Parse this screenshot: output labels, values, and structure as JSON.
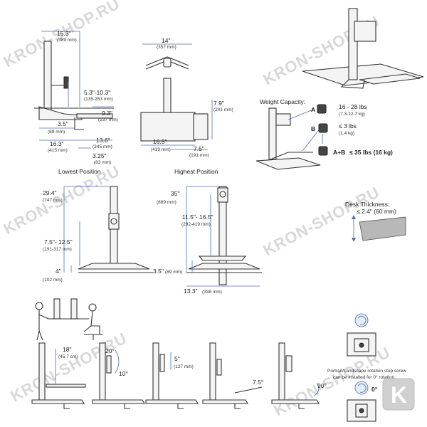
{
  "watermark": "KRON-SHOP.RU",
  "colors": {
    "dimension_blue": "#4a6fb0",
    "logo_grey": "#d0d0d0",
    "watermark": "#d8d8d8"
  },
  "side_view": {
    "top_depth": "15.3\"",
    "top_depth_mm": "(389 mm)",
    "arm_range": "5.3\"-10.3\"",
    "arm_range_mm": "(135-263 mm)",
    "tray": "9.3\"",
    "tray_mm": "(237 mm)",
    "clamp_depth": "3.5\"",
    "clamp_depth_mm": "(89 mm)",
    "keyboard": "13.6\"",
    "keyboard_mm": "(345 mm)",
    "base_depth": "16.3\"",
    "base_depth_mm": "(415 mm)",
    "base_lip": "3.25\"",
    "base_lip_mm": "(83 mm)"
  },
  "top_view": {
    "width": "14\"",
    "width_mm": "(357 mm)",
    "height": "7.9\"",
    "height_mm": "(201 mm)",
    "base_width": "16.5\"",
    "base_width_mm": "(419 mm)",
    "offset": "7.5\"",
    "offset_mm": "(191 mm)"
  },
  "weight_capacity": {
    "title": "Weight Capacity:",
    "a_label": "A",
    "a_value": "16 - 28 lbs",
    "a_value_kg": "(7.3-12.7 kg)",
    "b_label": "B",
    "b_value": "≤ 3 lbs",
    "b_value_kg": "(1.4 kg)",
    "total_label": "A+B",
    "total_value": "≤ 35 lbs (16 kg)"
  },
  "lowest": {
    "title": "Lowest Position",
    "total": "29.4\"",
    "total_mm": "(747 mm)",
    "range": "7.5\"- 12.5\"",
    "range_mm": "(191-317 mm)",
    "bottom": "4\"",
    "bottom_mm": "(102 mm)"
  },
  "highest": {
    "title": "Highest Position",
    "total": "35\"",
    "total_mm": "(889 mm)",
    "range": "11.5\"- 16.5\"",
    "range_mm": "(292-419 mm)",
    "bottom": "3.5\"",
    "bottom_mm": "(89 mm)",
    "width": "13.3\"",
    "width_mm": "(338 mm)"
  },
  "desk": {
    "title": "Desk Thickness:",
    "value": "≤ 2.4\" (60 mm)"
  },
  "adjustments": {
    "height": "18\"",
    "height_mm": "(45.7 cm)",
    "tilt_up": "20°",
    "tilt_down": "10°",
    "lift": "5\"",
    "lift_mm": "(127 mm)",
    "kb_tilt": "7.5°",
    "rotate": "90°"
  },
  "rotation": {
    "note_1": "Portrait/Landscape rotation stop screw",
    "note_2": "can be installed for 0° rotation.",
    "zero": "0°"
  },
  "logo": {
    "letter": "K"
  }
}
